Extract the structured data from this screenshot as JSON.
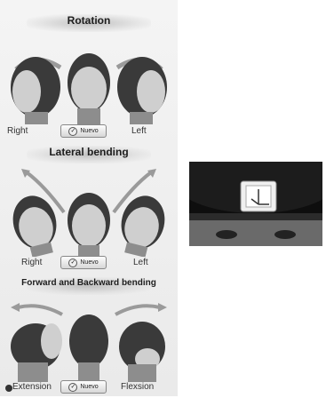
{
  "sections": [
    {
      "title": "Rotation",
      "left_label": "Right",
      "right_label": "Left",
      "button_label": "Nuevo"
    },
    {
      "title": "Lateral bending",
      "left_label": "Right",
      "right_label": "Left",
      "button_label": "Nuevo"
    },
    {
      "title": "Forward and Backward bending",
      "left_label": "Extension",
      "right_label": "Flexsion",
      "button_label": "Nuevo"
    }
  ],
  "icons": {
    "button": "check-circle-icon",
    "badge": "dot-icon"
  },
  "colors": {
    "panel_bg": "#eeeeee",
    "arrow": "#9a9a9a",
    "button_bg": "#e2e2e2"
  }
}
